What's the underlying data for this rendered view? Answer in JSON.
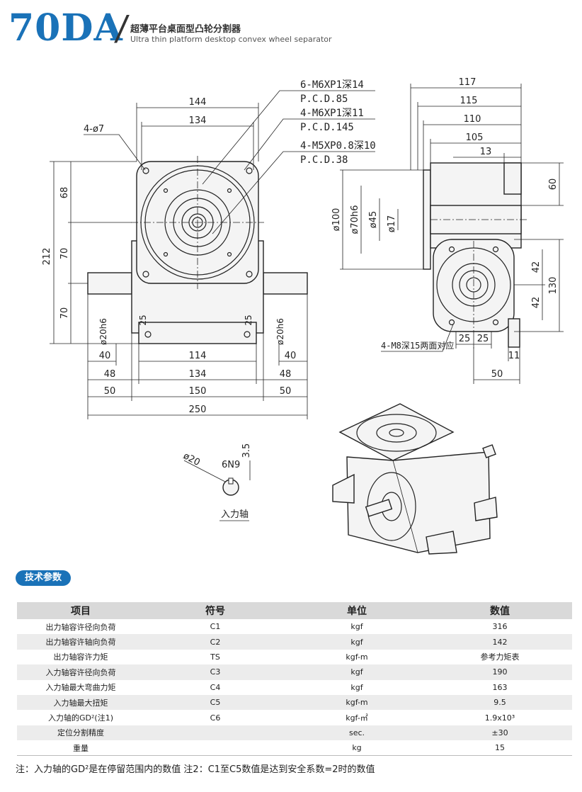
{
  "header": {
    "model": "70DA",
    "title_cn": "超薄平台桌面型凸轮分割器",
    "title_en": "Ultra thin platform desktop convex wheel separator"
  },
  "drawing": {
    "front": {
      "top_dims": [
        "144",
        "134"
      ],
      "hole_note": "4-ø7",
      "left_dims": [
        "212",
        "68",
        "70",
        "70"
      ],
      "shaft_labels": [
        "ø20h6",
        "ø20h6"
      ],
      "r_labels": [
        "25",
        "25"
      ],
      "bottom_dims": [
        "40",
        "114",
        "40",
        "48",
        "134",
        "48",
        "50",
        "150",
        "50",
        "250"
      ]
    },
    "callouts": [
      {
        "line1": "6-M6XP1深14",
        "line2": "P.C.D.85"
      },
      {
        "line1": "4-M6XP1深11",
        "line2": "P.C.D.145"
      },
      {
        "line1": "4-M5XP0.8深10",
        "line2": "P.C.D.38"
      }
    ],
    "side": {
      "top_dims": [
        "117",
        "115",
        "110",
        "105",
        "13"
      ],
      "dia_labels": [
        "ø100",
        "ø70h6",
        "ø45",
        "ø17"
      ],
      "right_dims": [
        "60",
        "42",
        "42",
        "130"
      ],
      "bottom_note": "4-M8深15两面对应",
      "bottom_dims": [
        "25",
        "25",
        "11",
        "50"
      ]
    },
    "shaft_detail": {
      "dia": "ø20",
      "keyway": "6N9",
      "depth": "3.5",
      "label": "入力轴"
    }
  },
  "section": {
    "label": "技术参数"
  },
  "table": {
    "headers": [
      "项目",
      "符号",
      "单位",
      "数值"
    ],
    "rows": [
      [
        "出力轴容许径向负荷",
        "C1",
        "kgf",
        "316"
      ],
      [
        "出力轴容许轴向负荷",
        "C2",
        "kgf",
        "142"
      ],
      [
        "出力轴容许力矩",
        "TS",
        "kgf-m",
        "参考力矩表"
      ],
      [
        "入力轴容许径向负荷",
        "C3",
        "kgf",
        "190"
      ],
      [
        "入力轴最大弯曲力矩",
        "C4",
        "kgf",
        "163"
      ],
      [
        "入力轴最大扭矩",
        "C5",
        "kgf-m",
        "9.5"
      ],
      [
        "入力轴的GD²(注1)",
        "C6",
        "kgf-㎡",
        "1.9x10³"
      ],
      [
        "定位分割精度",
        "",
        "sec.",
        "±30"
      ],
      [
        "重量",
        "",
        "kg",
        "15"
      ]
    ]
  },
  "footnote": "注：入力轴的GD²是在停留范围内的数值    注2：C1至C5数值是达到安全系数=2时的数值",
  "colors": {
    "brand": "#1a72b8",
    "table_header": "#d9d9d9",
    "row_alt": "#ececec"
  }
}
